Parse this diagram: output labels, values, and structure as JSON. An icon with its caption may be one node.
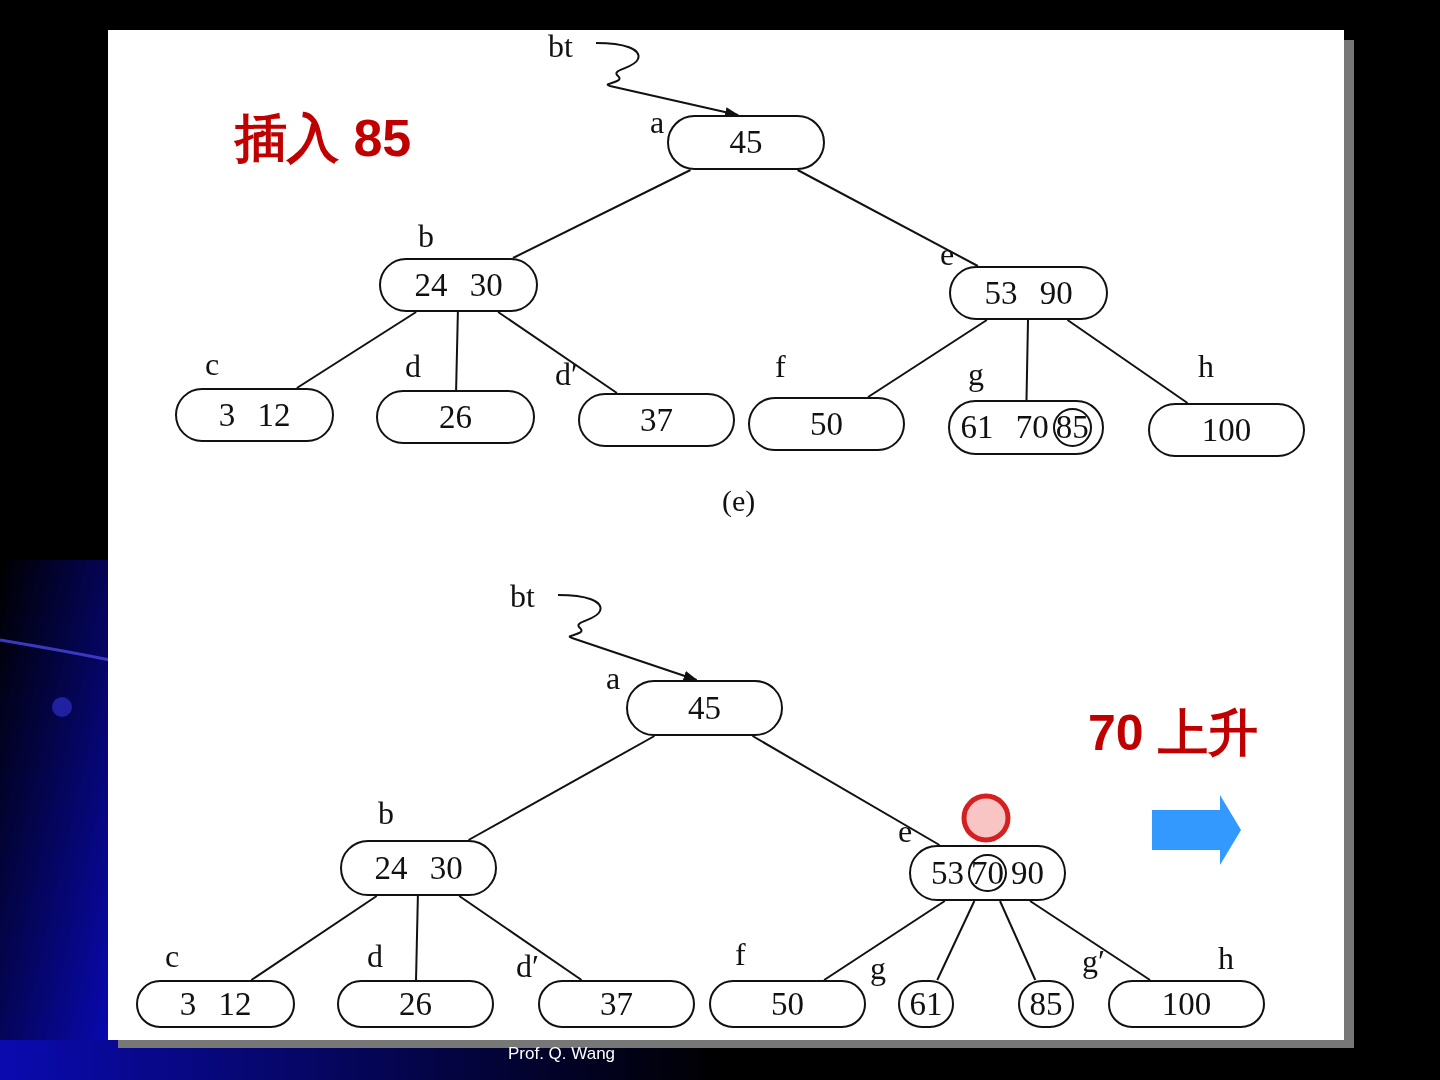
{
  "diagram": {
    "nodes": [
      {
        "text": [
          "bt"
        ]
      },
      {
        "text": [
          "45"
        ],
        "beside": [
          "a"
        ]
      },
      {
        "text": [
          "24 30"
        ],
        "beside": [
          "b"
        ]
      },
      {
        "text": [
          "53 90"
        ],
        "beside": [
          "e"
        ]
      },
      {
        "text": [
          "3 12"
        ],
        "beside": [
          "c"
        ]
      },
      {
        "text": [
          "26"
        ],
        "beside": [
          "d"
        ]
      },
      {
        "text": [
          "37"
        ],
        "beside": [
          "d′"
        ]
      },
      {
        "text": [
          "50"
        ],
        "beside": [
          "f"
        ]
      },
      {
        "text": [
          "61 70",
          "85"
        ],
        "beside": [
          "g"
        ]
      },
      {
        "text": [
          "100"
        ],
        "beside": [
          "h"
        ]
      },
      {
        "text": [
          "bt"
        ]
      },
      {
        "text": [
          "45"
        ],
        "beside": [
          "a"
        ]
      },
      {
        "text": [
          "24 30"
        ],
        "beside": [
          "b"
        ]
      },
      {
        "text": [
          "53",
          "70",
          "90"
        ],
        "beside": [
          "e"
        ]
      },
      {
        "text": [
          "3 12"
        ],
        "beside": [
          "c"
        ]
      },
      {
        "text": [
          "26"
        ],
        "beside": [
          "d"
        ]
      },
      {
        "text": [
          "37"
        ],
        "beside": [
          "d′"
        ]
      },
      {
        "text": [
          "50"
        ],
        "beside": [
          "f"
        ]
      },
      {
        "text": [
          "61"
        ],
        "beside": [
          "g"
        ]
      },
      {
        "text": [
          "85"
        ],
        "beside": [
          "g′"
        ]
      },
      {
        "text": [
          "100"
        ],
        "beside": [
          "h"
        ]
      }
    ],
    "edges": [
      {
        "from": 0,
        "to": 1,
        "arrow": "to"
      },
      {
        "from": 1,
        "to": 2,
        "arrow": "none"
      },
      {
        "from": 1,
        "to": 3,
        "arrow": "none"
      },
      {
        "from": 2,
        "to": 4,
        "arrow": "none"
      },
      {
        "from": 2,
        "to": 5,
        "arrow": "none"
      },
      {
        "from": 2,
        "to": 6,
        "arrow": "none"
      },
      {
        "from": 3,
        "to": 7,
        "arrow": "none"
      },
      {
        "from": 3,
        "to": 8,
        "arrow": "none"
      },
      {
        "from": 3,
        "to": 9,
        "arrow": "none"
      },
      {
        "from": 10,
        "to": 11,
        "arrow": "to"
      },
      {
        "from": 11,
        "to": 12,
        "arrow": "none"
      },
      {
        "from": 11,
        "to": 13,
        "arrow": "none"
      },
      {
        "from": 12,
        "to": 14,
        "arrow": "none"
      },
      {
        "from": 12,
        "to": 15,
        "arrow": "none"
      },
      {
        "from": 12,
        "to": 16,
        "arrow": "none"
      },
      {
        "from": 13,
        "to": 17,
        "arrow": "none"
      },
      {
        "from": 13,
        "to": 18,
        "arrow": "none"
      },
      {
        "from": 13,
        "to": 19,
        "arrow": "none"
      },
      {
        "from": 13,
        "to": 20,
        "arrow": "none"
      }
    ],
    "labels": [
      "插入 85",
      "(e)",
      "70 上升",
      "Prof. Q. Wang"
    ]
  }
}
